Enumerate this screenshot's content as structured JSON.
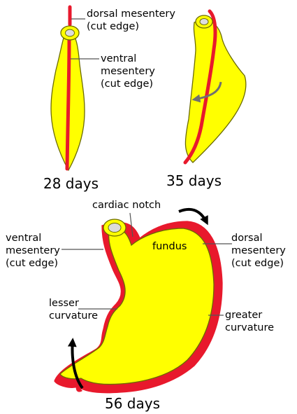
{
  "colors": {
    "stomach_fill": "#ffff00",
    "mesentery_edge": "#e8192c",
    "outline": "#6b6b00",
    "lumen": "#dcdcdc",
    "leader": "#555555",
    "rotation_arrow_small": "#707070",
    "rotation_arrow_large": "#000000"
  },
  "icons": {
    "rotation_small": "curved-gray-arrow-icon",
    "rotation_top": "curved-black-arrow-icon",
    "rotation_bottom": "curved-black-arrow-icon"
  },
  "stage_28": {
    "caption": "28 days",
    "label_dorsal": "dorsal mesentery\n(cut edge)",
    "label_ventral": "ventral\nmesentery\n(cut edge)"
  },
  "stage_35": {
    "caption": "35 days"
  },
  "stage_56": {
    "caption": "56 days",
    "label_cardiac_notch": "cardiac notch",
    "label_fundus": "fundus",
    "label_ventral": "ventral\nmesentery\n(cut edge)",
    "label_dorsal": "dorsal\nmesentery\n(cut edge)",
    "label_lesser": "lesser\ncurvature",
    "label_greater": "greater\ncurvature"
  }
}
